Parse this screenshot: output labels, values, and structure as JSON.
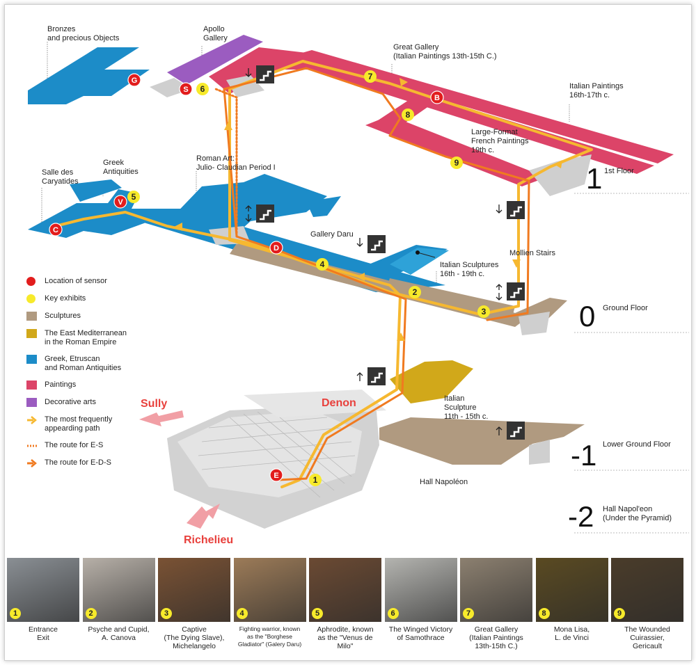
{
  "wings": {
    "sully": "Sully",
    "denon": "Denon",
    "richelieu": "Richelieu"
  },
  "floors": [
    {
      "number": "1",
      "name": "1st Floor"
    },
    {
      "number": "0",
      "name": "Ground Floor"
    },
    {
      "number": "-1",
      "name": "Lower Ground Floor"
    },
    {
      "number": "-2",
      "name": "Hall Napol'eon\n(Under the Pyramid)"
    }
  ],
  "area_labels": {
    "bronzes": "Bronzes\nand precious Objects",
    "apollo": "Apollo\nGallery",
    "great_gallery": "Great Gallery\n(Italian Paintings 13th-15th C.)",
    "italian_paintings": "Italian Paintings\n16th-17th c.",
    "large_format": "Large-Format\nFrench Paintings\n19th c.",
    "greek": "Greek\nAntiquities",
    "caryatides": "Salle des\nCaryatides",
    "roman_art": "Roman Art:\nJulio- Claudian Period I",
    "gallery_daru": "Gallery Daru",
    "mollien": "Mollien Stairs",
    "italian_sculptures": "Italian Sculptures\n16th - 19th c.",
    "italian_sculpture_early": "Italian\nSculpture\n11th - 15th c.",
    "hall_napoleon": "Hall Napoléon"
  },
  "sensors": [
    "G",
    "S",
    "B",
    "V",
    "C",
    "D",
    "E"
  ],
  "exhibit_markers": [
    "1",
    "2",
    "3",
    "4",
    "5",
    "6",
    "7",
    "8",
    "9"
  ],
  "legend": [
    {
      "symbol": "sensor-dot",
      "color": "#e21d1d",
      "label": "Location of sensor"
    },
    {
      "symbol": "exhibit-dot",
      "color": "#f7ea2b",
      "label": "Key exhibits"
    },
    {
      "symbol": "swatch",
      "color": "#b09a80",
      "label": "Sculptures"
    },
    {
      "symbol": "swatch",
      "color": "#d1a81a",
      "label": "The East Mediterranean\nin the Roman Empire"
    },
    {
      "symbol": "swatch",
      "color": "#1c8cc8",
      "label": "Greek, Etruscan\nand Roman Antiquities"
    },
    {
      "symbol": "swatch",
      "color": "#dc4468",
      "label": "Paintings"
    },
    {
      "symbol": "swatch",
      "color": "#9b5cc0",
      "label": "Decorative arts"
    },
    {
      "symbol": "arrow-yellow",
      "color": "#f6b830",
      "label": "The most frequently\nappearding path"
    },
    {
      "symbol": "dotted",
      "color": "#f07a20",
      "label": "The route for E-S"
    },
    {
      "symbol": "arrow-orange",
      "color": "#f07a20",
      "label": "The route for E-D-S"
    }
  ],
  "exhibits": [
    {
      "num": "1",
      "caption": "Entrance\nExit",
      "small": false,
      "bg": "#8a8f94"
    },
    {
      "num": "2",
      "caption": "Psyche and Cupid,\nA. Canova",
      "small": false,
      "bg": "#b7b0a8"
    },
    {
      "num": "3",
      "caption": "Captive\n(The Dying Slave),\nMichelangelo",
      "small": false,
      "bg": "#7a5234"
    },
    {
      "num": "4",
      "caption": "Fighting warrior, known\nas the \"Borghese\nGladiator\" (Galery Daru)",
      "small": true,
      "bg": "#9c7b58"
    },
    {
      "num": "5",
      "caption": "Aphrodite, known\nas the \"Venus de\nMilo\"",
      "small": false,
      "bg": "#6b4a33"
    },
    {
      "num": "6",
      "caption": "The Winged Victory\nof Samothrace",
      "small": false,
      "bg": "#b4b4b0"
    },
    {
      "num": "7",
      "caption": "Great Gallery\n(Italian Paintings\n13th-15th C.)",
      "small": false,
      "bg": "#8c8070"
    },
    {
      "num": "8",
      "caption": "Mona Lisa,\nL. de Vinci",
      "small": false,
      "bg": "#5a4a22"
    },
    {
      "num": "9",
      "caption": "The Wounded\nCuirassier,\nGericault",
      "small": false,
      "bg": "#4a3c2a"
    }
  ]
}
